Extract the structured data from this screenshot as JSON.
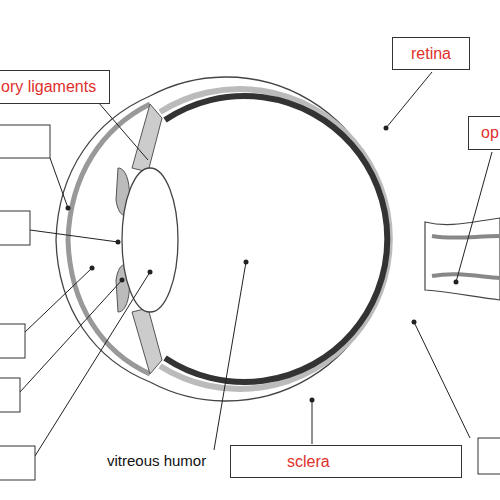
{
  "diagram": {
    "nodes": [
      {
        "text": [
          "ory ligaments"
        ]
      },
      {
        "text": [
          "retina"
        ]
      },
      {
        "text": [
          "op"
        ]
      },
      {
        "text": [
          "sclera"
        ]
      }
    ],
    "labels": [
      "vitreous humor"
    ]
  }
}
